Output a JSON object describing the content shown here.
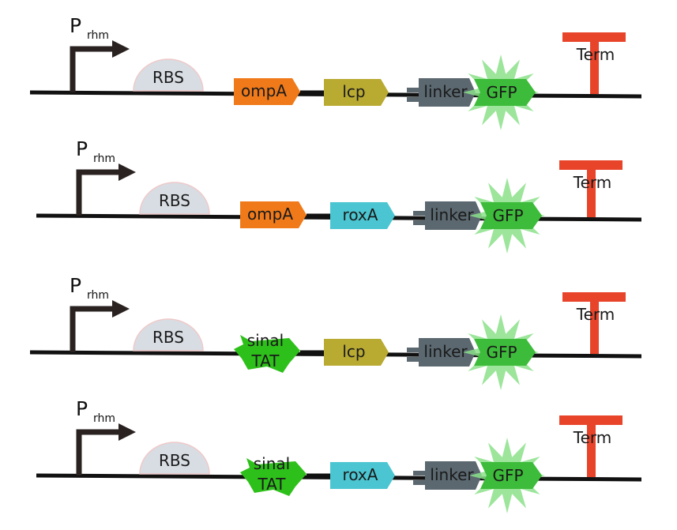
{
  "colors": {
    "backbone": "#111111",
    "promoter": "#2a2220",
    "rbs": "#d8dde3",
    "ompA": "#f07a1a",
    "lcp": "#b9aa32",
    "roxA": "#4bc5d1",
    "tat": "#2ec01a",
    "linker": "#5b6870",
    "gfp": "#3dbb3a",
    "gfp_glow": "#8be08a",
    "terminator": "#e8442a"
  },
  "constructs": [
    {
      "promoter": {
        "label": "P",
        "subscript": "rhm"
      },
      "rbs_label": "RBS",
      "signal": {
        "type": "ompA",
        "label": "ompA"
      },
      "enzyme": {
        "type": "lcp",
        "label": "lcp"
      },
      "linker_label": "linker",
      "gfp_label": "GFP",
      "terminator_label": "Term"
    },
    {
      "promoter": {
        "label": "P",
        "subscript": "rhm"
      },
      "rbs_label": "RBS",
      "signal": {
        "type": "ompA",
        "label": "ompA"
      },
      "enzyme": {
        "type": "roxA",
        "label": "roxA"
      },
      "linker_label": "linker",
      "gfp_label": "GFP",
      "terminator_label": "Term"
    },
    {
      "promoter": {
        "label": "P",
        "subscript": "rhm"
      },
      "rbs_label": "RBS",
      "signal": {
        "type": "tat",
        "label_line1": "sinal",
        "label_line2": "TAT"
      },
      "enzyme": {
        "type": "lcp",
        "label": "lcp"
      },
      "linker_label": "linker",
      "gfp_label": "GFP",
      "terminator_label": "Term"
    },
    {
      "promoter": {
        "label": "P",
        "subscript": "rhm"
      },
      "rbs_label": "RBS",
      "signal": {
        "type": "tat",
        "label_line1": "sinal",
        "label_line2": "TAT"
      },
      "enzyme": {
        "type": "roxA",
        "label": "roxA"
      },
      "linker_label": "linker",
      "gfp_label": "GFP",
      "terminator_label": "Term"
    }
  ]
}
